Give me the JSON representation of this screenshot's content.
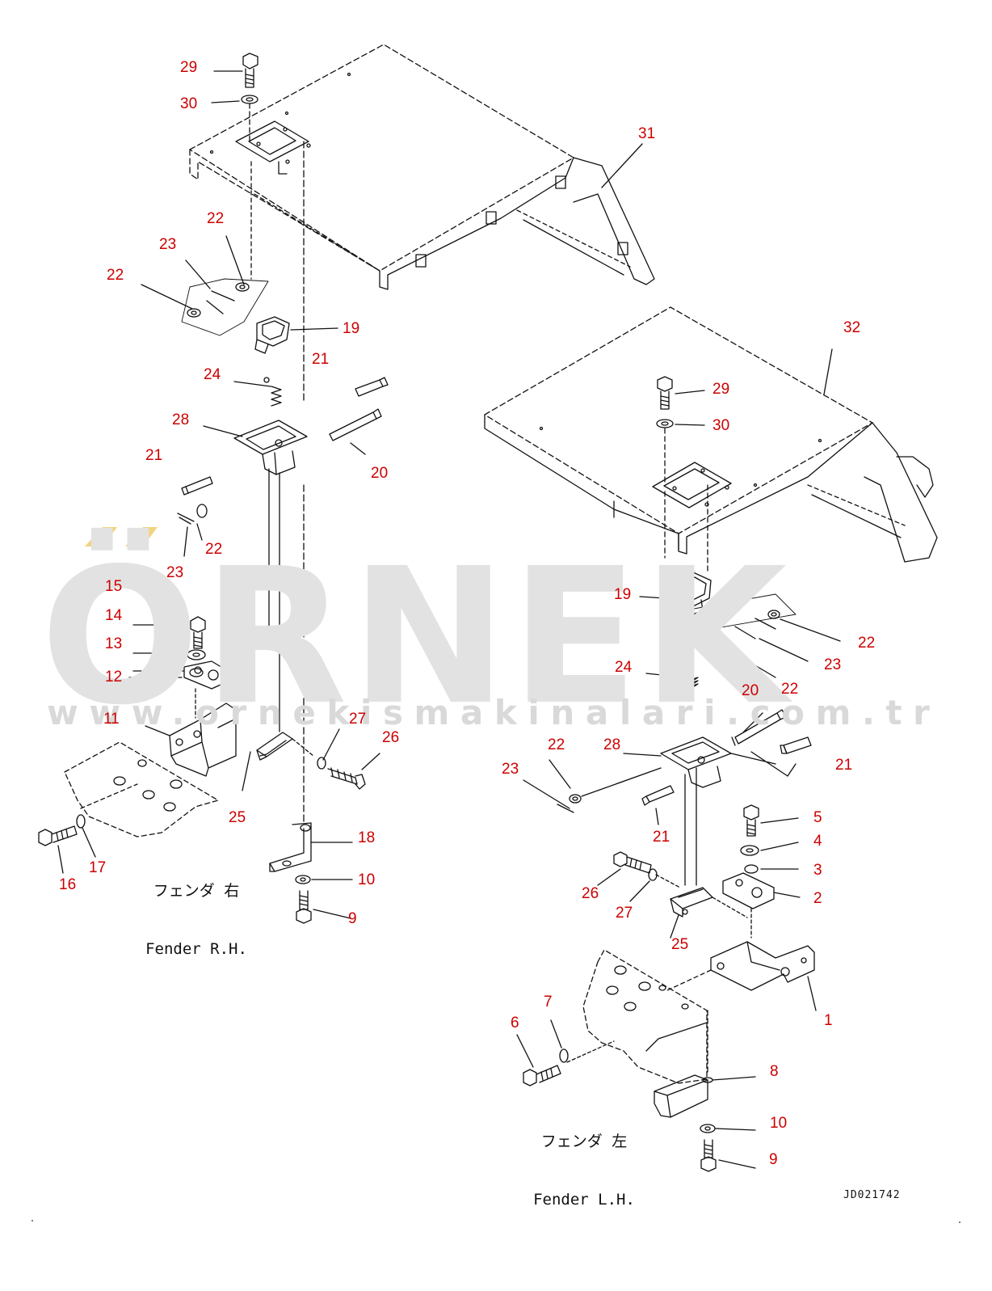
{
  "watermark": {
    "brand": "ÖRNEK",
    "url": "www.ornekismakinalari.com.tr",
    "colors": {
      "text": "#e2e2e2",
      "accent": "#f3d37c"
    }
  },
  "callout_color": "#cc0000",
  "fender_rh": {
    "japanese": "フェンダ 右",
    "english": "Fender R.H."
  },
  "fender_lh": {
    "japanese": "フェンダ 左",
    "english": "Fender L.H."
  },
  "drawing_id": "JD021742",
  "callouts": {
    "left": [
      "29",
      "30",
      "31",
      "22",
      "23",
      "22",
      "19",
      "21",
      "24",
      "28",
      "21",
      "20",
      "22",
      "23",
      "15",
      "14",
      "13",
      "12",
      "11",
      "27",
      "26",
      "25",
      "16",
      "17",
      "18",
      "10",
      "9"
    ],
    "right": [
      "32",
      "29",
      "30",
      "19",
      "22",
      "23",
      "22",
      "24",
      "20",
      "28",
      "21",
      "22",
      "23",
      "21",
      "5",
      "4",
      "3",
      "2",
      "26",
      "27",
      "25",
      "1",
      "7",
      "6",
      "8",
      "10",
      "9"
    ]
  }
}
